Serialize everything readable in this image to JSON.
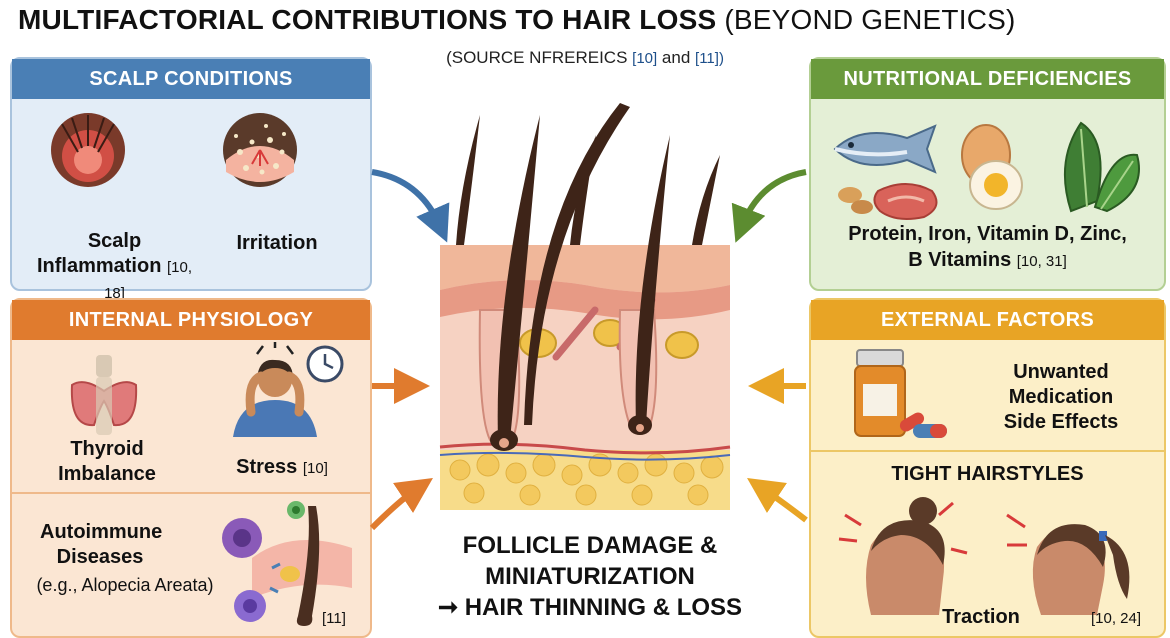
{
  "title": {
    "main": "MULTIFACTORIAL CONTRIBUTIONS TO HAIR LOSS",
    "sub": "(BEYOND GENETICS)"
  },
  "source": {
    "prefix": "(SOURCE ΝFREREΙCS",
    "ref1": "[10]",
    "mid": "and",
    "ref2": "[11])"
  },
  "colors": {
    "blue": "#4a7fb5",
    "green": "#6a9a3c",
    "orange": "#e07b2e",
    "gold": "#e8a425",
    "skin": "#f6c9a2"
  },
  "scalp_conditions": {
    "heading": "SCALP CONDITIONS",
    "inflammation": {
      "label": "Scalp Inflammation",
      "ref": "[10, 18]",
      "icon": "inflamed-scalp-icon"
    },
    "irritation": {
      "label": "Irritation",
      "icon": "flaky-scalp-icon"
    }
  },
  "internal_physiology": {
    "heading": "INTERNAL PHYSIOLOGY",
    "thyroid": {
      "label": "Thyroid Imbalance",
      "icon": "thyroid-icon"
    },
    "stress": {
      "label": "Stress",
      "ref": "[10]",
      "icon": "stressed-person-icon"
    },
    "autoimmune": {
      "label": "Autoimmune Diseases",
      "example": "(e.g., Alopecia Areata)",
      "ref": "[11]",
      "icon": "immune-cells-follicle-icon"
    }
  },
  "nutritional_deficiencies": {
    "heading": "NUTRITIONAL DEFICIENCIES",
    "label_line1": "Protein, Iron, Vitamin D, Zinc,",
    "label_line2": "B Vitamins",
    "ref": "[10, 31]",
    "icons": [
      "fish-icon",
      "meat-icon",
      "egg-icon",
      "spinach-icon"
    ]
  },
  "external_factors": {
    "heading": "EXTERNAL FACTORS",
    "medication": {
      "label": "Unwanted Medication Side Effects",
      "icon": "pill-bottle-icon"
    },
    "hairstyles": {
      "heading": "TIGHT HAIRSTYLES",
      "label": "Traction",
      "ref": "[10, 24]",
      "icon": "tight-hairstyle-heads-icon"
    }
  },
  "center": {
    "line1": "FOLLICLE DAMAGE &",
    "line2": "MINIATURIZATION",
    "arrow": "➞",
    "line3": "HAIR THINNING & LOSS",
    "icon": "hair-follicle-cross-section-icon"
  }
}
